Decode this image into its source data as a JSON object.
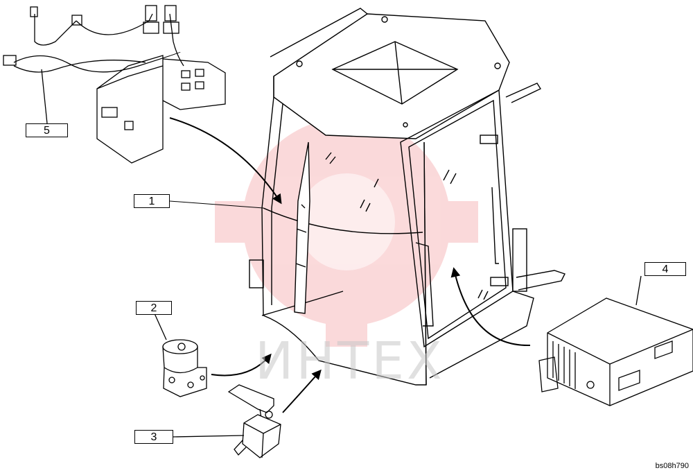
{
  "callouts": [
    {
      "id": "1",
      "label": "1"
    },
    {
      "id": "2",
      "label": "2"
    },
    {
      "id": "3",
      "label": "3"
    },
    {
      "id": "4",
      "label": "4"
    },
    {
      "id": "5",
      "label": "5"
    }
  ],
  "watermark": {
    "text": "ИНТЕХ",
    "color": "#e8343a"
  },
  "reference_code": "bs08h790",
  "colors": {
    "line": "#000000",
    "background": "#ffffff",
    "callout_border": "#000000"
  }
}
